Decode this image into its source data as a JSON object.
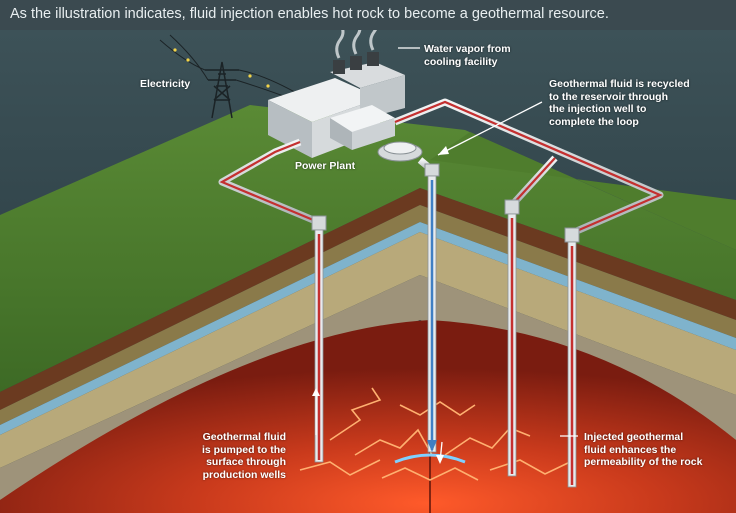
{
  "caption": "As the illustration indicates, fluid injection enables hot rock to become a geothermal resource.",
  "labels": {
    "electricity": "Electricity",
    "water_vapor": [
      "Water vapor from",
      "cooling facility"
    ],
    "power_plant": "Power Plant",
    "recycled": [
      "Geothermal fluid is recycled",
      "to the reservoir through",
      "the injection well to",
      "complete the loop"
    ],
    "pumped": [
      "Geothermal fluid",
      "is pumped to the",
      "surface through",
      "production wells"
    ],
    "injected": [
      "Injected geothermal",
      "fluid enhances the",
      "permeability of the rock"
    ]
  },
  "colors": {
    "ground": "#4d7a2c",
    "hot_rock": "#c43a1c",
    "water_layer": "#7fb3cc",
    "production_pipe": "#c43030",
    "injection_pipe": "#3f7fc4"
  }
}
